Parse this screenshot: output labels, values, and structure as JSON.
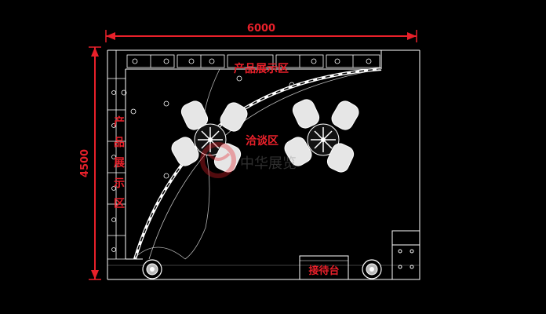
{
  "dimensions": {
    "width_label": "6000",
    "height_label": "4500"
  },
  "labels": {
    "product_top": "产品展示区",
    "product_side": [
      "产",
      "品",
      "展",
      "示",
      "区"
    ],
    "negotiation": "洽谈区",
    "reception": "接待台"
  },
  "watermark": {
    "text": "中华展览"
  },
  "colors": {
    "background": "#000000",
    "line": "#ffffff",
    "label": "#e8202a",
    "dimension": "#e8202a"
  }
}
